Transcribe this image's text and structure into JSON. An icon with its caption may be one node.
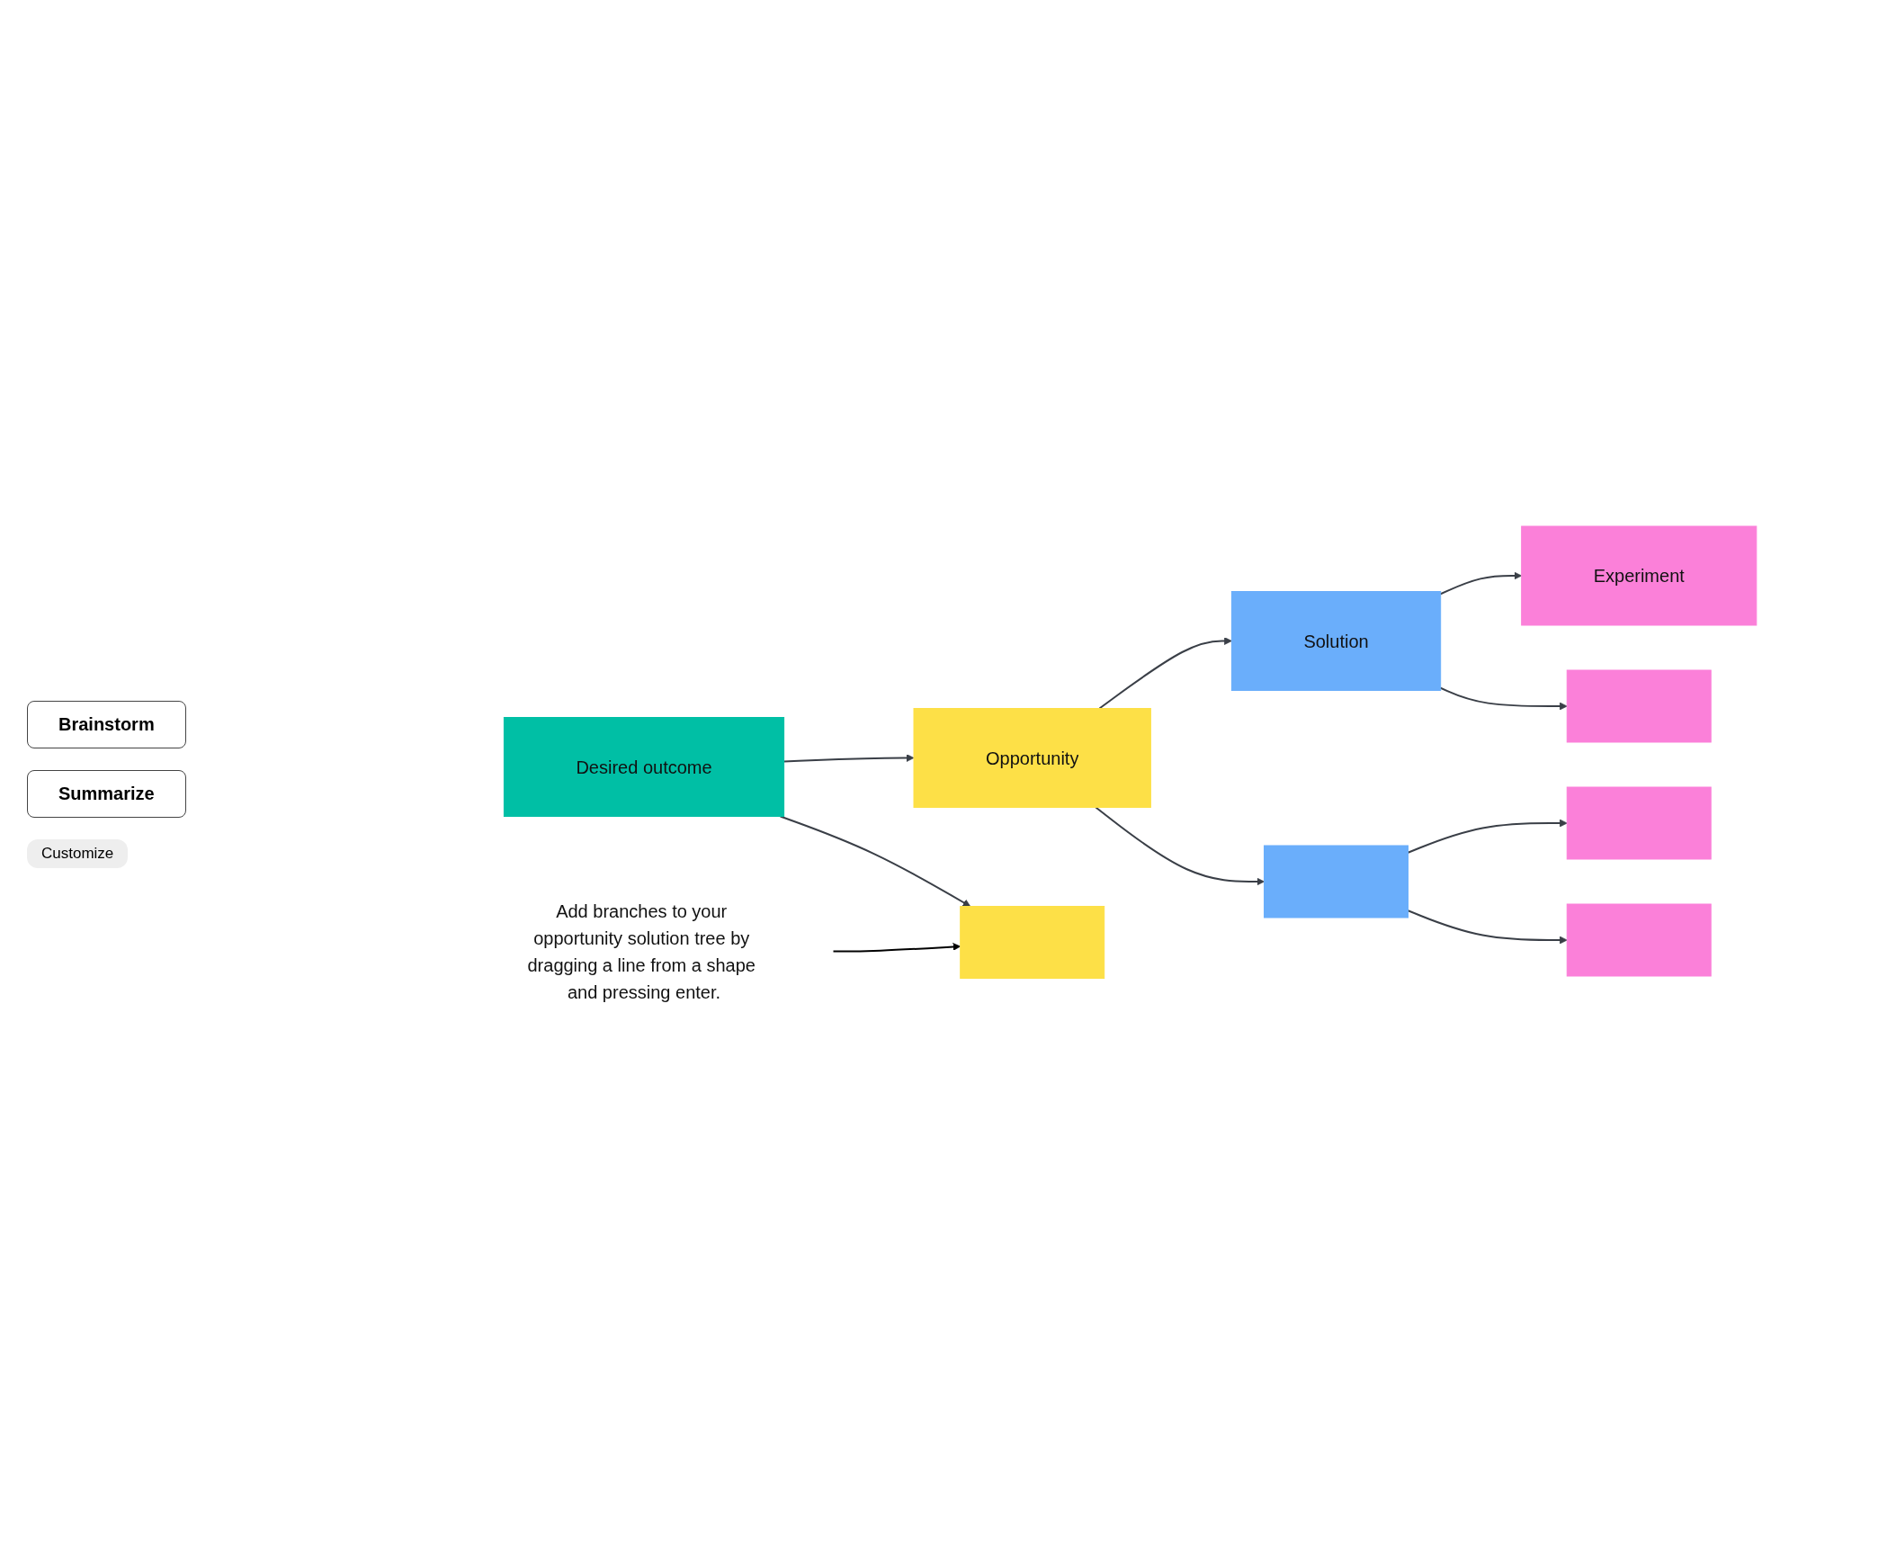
{
  "diagram": {
    "nodes": [
      {
        "text": [
          "Desired outcome"
        ]
      },
      {
        "text": [
          "Opportunity"
        ]
      },
      {
        "text": [],
        "shape": "box"
      },
      {
        "text": [
          "Solution"
        ]
      },
      {
        "text": [],
        "shape": "box"
      },
      {
        "text": [
          "Experiment"
        ]
      },
      {
        "text": [],
        "shape": "box"
      },
      {
        "text": [],
        "shape": "box"
      },
      {
        "text": [],
        "shape": "box"
      },
      {
        "text": [
          "Add branches to your opportunity solution tree by dragging a line from a shape and pressing enter."
        ]
      }
    ],
    "edges": [
      {
        "from": 0,
        "to": 1,
        "arrow": "to"
      },
      {
        "from": 0,
        "to": 2,
        "arrow": "to"
      },
      {
        "from": 1,
        "to": 3,
        "arrow": "to"
      },
      {
        "from": 1,
        "to": 4,
        "arrow": "to"
      },
      {
        "from": 3,
        "to": 5,
        "arrow": "to"
      },
      {
        "from": 3,
        "to": 6,
        "arrow": "to"
      },
      {
        "from": 4,
        "to": 7,
        "arrow": "to"
      },
      {
        "from": 4,
        "to": 8,
        "arrow": "to"
      },
      {
        "from": 9,
        "to": 2,
        "arrow": "to",
        "color": "#000000"
      }
    ],
    "labels": [
      "Brainstorm",
      "Summarize",
      "Customize"
    ]
  }
}
